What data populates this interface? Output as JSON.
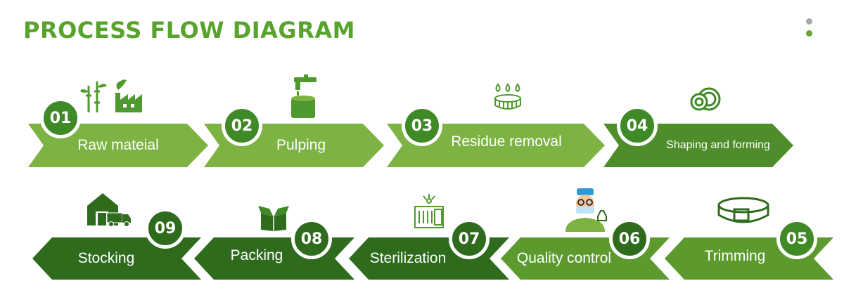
{
  "title": "PROCESS FLOW DIAGRAM",
  "colors": {
    "title": "#58a32c",
    "light_step": "#7cb342",
    "mid_step": "#5d9a2e",
    "dark_step": "#2e6b1d",
    "badge_light": "#3f8a26",
    "badge_dark": "#235c15"
  },
  "steps": [
    {
      "number": "01",
      "label": "Raw mateial",
      "icon": "bamboo-factory-icon"
    },
    {
      "number": "02",
      "label": "Pulping",
      "icon": "faucet-tank-icon"
    },
    {
      "number": "03",
      "label": "Residue removal",
      "icon": "droplets-sieve-icon"
    },
    {
      "number": "04",
      "label": "Shaping and forming",
      "icon": "plates-icon"
    },
    {
      "number": "05",
      "label": "Trimming",
      "icon": "trimming-ring-icon"
    },
    {
      "number": "06",
      "label": "Quality control",
      "icon": "inspector-icon"
    },
    {
      "number": "07",
      "label": "Sterilization",
      "icon": "sterilizer-cabinet-icon"
    },
    {
      "number": "08",
      "label": "Packing",
      "icon": "open-box-icon"
    },
    {
      "number": "09",
      "label": "Stocking",
      "icon": "warehouse-truck-icon"
    }
  ]
}
